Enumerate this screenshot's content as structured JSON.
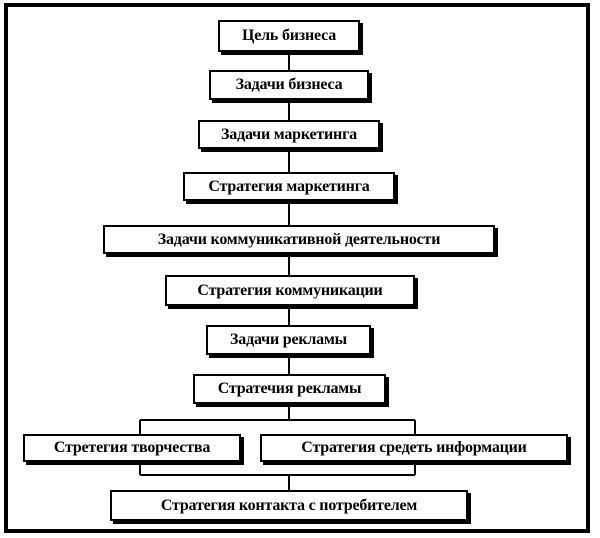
{
  "diagram": {
    "nodes": {
      "business_goal": "Цель бизнеса",
      "business_tasks": "Задачи бизнеса",
      "marketing_tasks": "Задачи маркетинга",
      "marketing_strategy": "Стратегия маркетинга",
      "communication_activity_tasks": "Задачи коммуникативной деятельности",
      "communication_strategy": "Стратегия коммуникации",
      "advertising_tasks": "Задачи рекламы",
      "advertising_strategy": "Стратечия рекламы",
      "creative_strategy": "Стретегия творчества",
      "media_strategy": "Стратегия средеть информации",
      "consumer_contact_strategy": "Стратегия контакта с потребителем"
    }
  }
}
